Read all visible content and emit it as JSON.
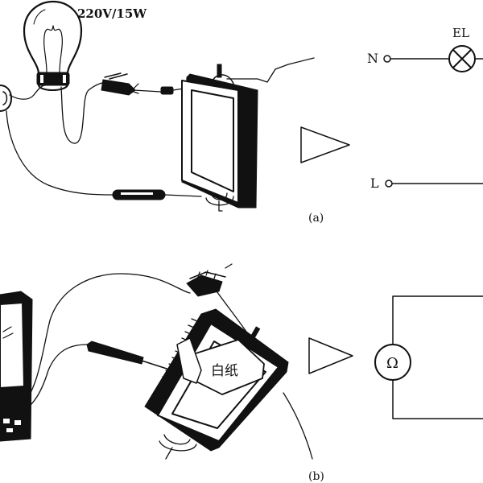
{
  "figure_a": {
    "lamp_rating": "220V/15W",
    "terminal_n": "N",
    "terminal_l": "L",
    "lamp_symbol": "EL",
    "caption": "(a)"
  },
  "figure_b": {
    "paper_label": "白纸",
    "ohmmeter_symbol": "Ω",
    "caption": "(b)"
  }
}
